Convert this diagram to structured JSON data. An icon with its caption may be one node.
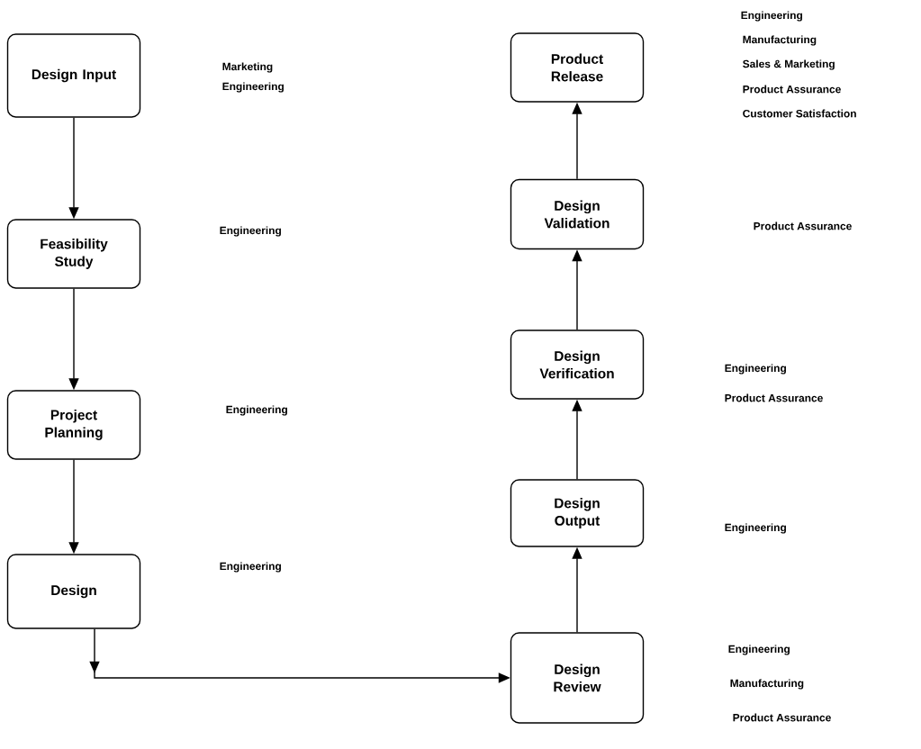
{
  "diagram": {
    "nodes": [
      {
        "text": [
          "Design Input"
        ],
        "beside": [
          "Marketing",
          "Engineering"
        ]
      },
      {
        "text": [
          "Feasibility Study"
        ]
      },
      {
        "text": [
          "Project Planning"
        ]
      },
      {
        "text": [
          "Design"
        ]
      },
      {
        "text": [
          "Design Review"
        ],
        "beside": [
          "Engineering",
          "Manufacturing",
          "Product Assurance"
        ]
      },
      {
        "text": [
          "Design Output"
        ]
      },
      {
        "text": [
          "Design Verification"
        ],
        "beside": [
          "Engineering",
          "Product Assurance"
        ]
      },
      {
        "text": [
          "Design Validation"
        ]
      },
      {
        "text": [
          "Product Release"
        ],
        "beside": [
          "Engineering",
          "Manufacturing",
          "Sales & Marketing",
          "Product Assurance",
          "Customer Satisfaction"
        ]
      }
    ],
    "edges": [
      {
        "from": 0,
        "to": 1,
        "arrow": "to"
      },
      {
        "from": 1,
        "to": 2,
        "arrow": "to"
      },
      {
        "from": 2,
        "to": 3,
        "arrow": "to"
      },
      {
        "from": 3,
        "to": 4,
        "arrow": "to"
      },
      {
        "from": 4,
        "to": 5,
        "arrow": "to"
      },
      {
        "from": 5,
        "to": 6,
        "arrow": "to"
      },
      {
        "from": 6,
        "to": 7,
        "arrow": "to"
      },
      {
        "from": 7,
        "to": 8,
        "arrow": "to"
      }
    ],
    "labels": [
      "Product Assurance",
      "Engineering",
      "Engineering",
      "Engineering",
      "Engineering"
    ]
  }
}
